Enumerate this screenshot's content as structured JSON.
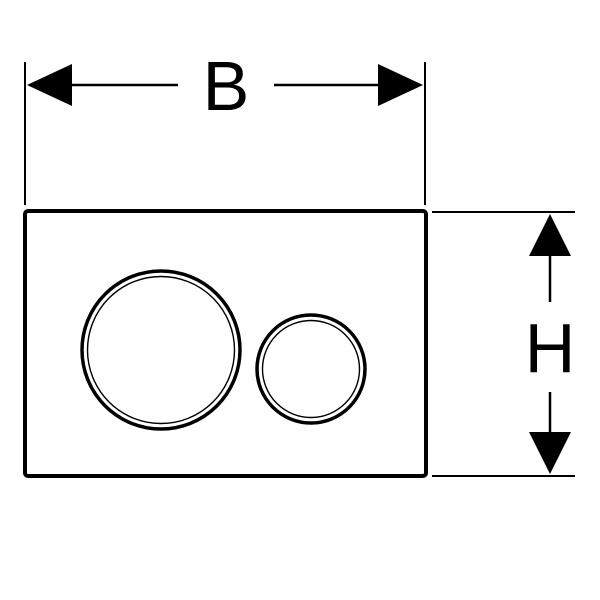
{
  "colors": {
    "line": "#000000",
    "background": "#ffffff"
  },
  "dimensions": {
    "width_label": "B",
    "height_label": "H"
  },
  "plate": {
    "buttons": [
      {
        "name": "large-flush-button"
      },
      {
        "name": "small-flush-button"
      }
    ]
  }
}
